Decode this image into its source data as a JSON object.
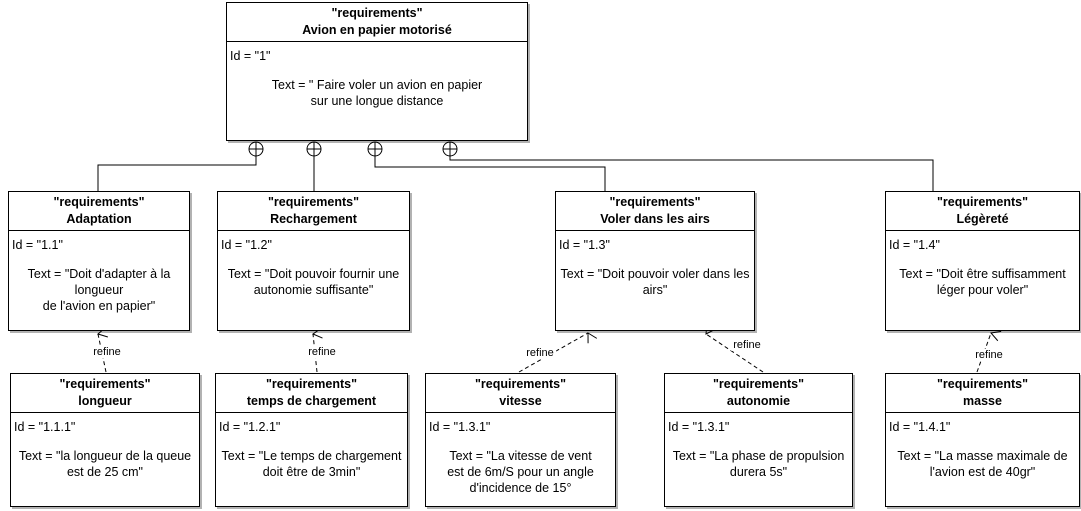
{
  "colors": {
    "box_border": "#000000",
    "box_background": "#ffffff",
    "text": "#000000",
    "connector": "#000000"
  },
  "boxes": {
    "root": {
      "stereotype": "\"requirements\"",
      "title": "Avion en papier motorisé",
      "id_label": "Id = \"1\"",
      "text_lines": [
        "Text = \" Faire voler un avion en papier",
        "sur une longue distance"
      ]
    },
    "adaptation": {
      "stereotype": "\"requirements\"",
      "title": "Adaptation",
      "id_label": "Id = \"1.1\"",
      "text_lines": [
        "Text = \"Doit d'adapter à la",
        "longueur",
        "de l'avion en papier\""
      ]
    },
    "rechargement": {
      "stereotype": "\"requirements\"",
      "title": "Rechargement",
      "id_label": "Id = \"1.2\"",
      "text_lines": [
        "Text = \"Doit pouvoir fournir une",
        "autonomie suffisante\""
      ]
    },
    "voler_dans_les_airs": {
      "stereotype": "\"requirements\"",
      "title": "Voler dans les airs",
      "id_label": "Id = \"1.3\"",
      "text_lines": [
        "Text = \"Doit pouvoir voler dans les",
        "airs\""
      ]
    },
    "legerete": {
      "stereotype": "\"requirements\"",
      "title": "Légèreté",
      "id_label": "Id = \"1.4\"",
      "text_lines": [
        "Text = \"Doit être suffisamment",
        "léger pour voler\""
      ]
    },
    "longueur": {
      "stereotype": "\"requirements\"",
      "title": "longueur",
      "id_label": "Id = \"1.1.1\"",
      "text_lines": [
        "Text = \"la longueur de la queue",
        "est de 25 cm\""
      ]
    },
    "temps_de_chargement": {
      "stereotype": "\"requirements\"",
      "title": "temps de chargement",
      "id_label": "Id = \"1.2.1\"",
      "text_lines": [
        "Text = \"Le temps de chargement",
        "doit être de 3min\""
      ]
    },
    "vitesse": {
      "stereotype": "\"requirements\"",
      "title": "vitesse",
      "id_label": "Id = \"1.3.1\"",
      "text_lines": [
        "Text = \"La vitesse de vent",
        "est de 6m/S pour un angle",
        "d'incidence de 15°"
      ]
    },
    "autonomie": {
      "stereotype": "\"requirements\"",
      "title": "autonomie",
      "id_label": "Id = \"1.3.1\"",
      "text_lines": [
        "Text = \"La phase de propulsion",
        "durera 5s\""
      ]
    },
    "masse": {
      "stereotype": "\"requirements\"",
      "title": "masse",
      "id_label": "Id = \"1.4.1\"",
      "text_lines": [
        "Text = \"La masse maximale de",
        "l'avion est de 40gr\""
      ]
    }
  },
  "edges": {
    "refine_labels": [
      "refine",
      "refine",
      "refine",
      "refine",
      "refine"
    ]
  }
}
